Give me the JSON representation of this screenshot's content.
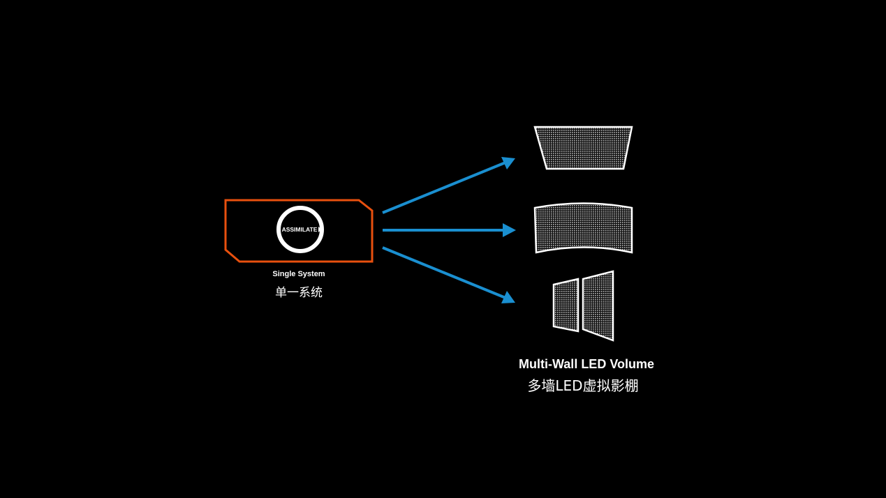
{
  "source": {
    "badge_text": "ASSIMILATE",
    "label_en": "Single System",
    "label_zh": "单一系统"
  },
  "target": {
    "label_en": "Multi-Wall LED Volume",
    "label_zh": "多墙LED虚拟影棚"
  },
  "colors": {
    "frame": "#e8500e",
    "arrow": "#1a8fd0",
    "panel": "#ffffff"
  }
}
